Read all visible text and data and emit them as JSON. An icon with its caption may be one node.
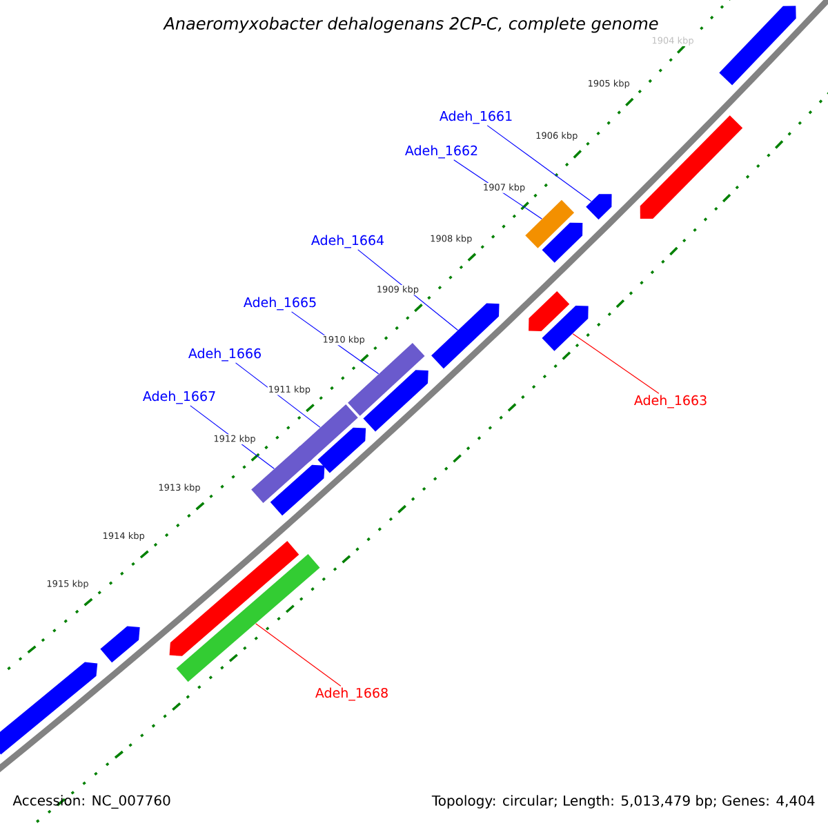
{
  "diagram": {
    "title": "Anaeromyxobacter dehalogenans 2CP-C, complete genome",
    "nodes": [
      {
        "text": [
          "Adeh_1661"
        ]
      },
      {
        "text": [
          "Adeh_1662"
        ]
      },
      {
        "text": [
          "Adeh_1664"
        ]
      },
      {
        "text": [
          "Adeh_1665"
        ]
      },
      {
        "text": [
          "Adeh_1666"
        ]
      },
      {
        "text": [
          "Adeh_1667"
        ]
      },
      {
        "text": [
          "Adeh_1663"
        ]
      },
      {
        "text": [
          "Adeh_1668"
        ]
      },
      {
        "text": [],
        "shape": "arrow"
      },
      {
        "text": [],
        "shape": "arrow"
      },
      {
        "text": [],
        "shape": "arrow"
      },
      {
        "text": [],
        "shape": "box"
      },
      {
        "text": [],
        "shape": "arrow"
      },
      {
        "text": [],
        "shape": "arrow"
      },
      {
        "text": [],
        "shape": "arrow"
      },
      {
        "text": [],
        "shape": "arrow"
      },
      {
        "text": [],
        "shape": "box"
      },
      {
        "text": [],
        "shape": "arrow"
      },
      {
        "text": [],
        "shape": "box"
      },
      {
        "text": [],
        "shape": "arrow"
      },
      {
        "text": [],
        "shape": "box"
      },
      {
        "text": [],
        "shape": "arrow"
      },
      {
        "text": [],
        "shape": "arrow"
      },
      {
        "text": [],
        "shape": "box"
      },
      {
        "text": [],
        "shape": "arrow"
      },
      {
        "text": [],
        "shape": "arrow"
      }
    ],
    "edges": [
      {
        "from": 0,
        "to": 10,
        "arrow": "none"
      },
      {
        "from": 1,
        "to": 11,
        "arrow": "none"
      },
      {
        "from": 2,
        "to": 15,
        "arrow": "none"
      },
      {
        "from": 3,
        "to": 16,
        "arrow": "none"
      },
      {
        "from": 4,
        "to": 18,
        "arrow": "none"
      },
      {
        "from": 5,
        "to": 20,
        "arrow": "none"
      },
      {
        "from": 6,
        "to": 14,
        "arrow": "none",
        "color": "#ff0000"
      },
      {
        "from": 7,
        "to": 23,
        "arrow": "none",
        "color": "#ff0000"
      }
    ],
    "labels": [
      "1904 kbp",
      "1905 kbp",
      "1906 kbp",
      "1907 kbp",
      "1908 kbp",
      "1909 kbp",
      "1910 kbp",
      "1911 kbp",
      "1912 kbp",
      "1913 kbp",
      "1914 kbp",
      "1915 kbp",
      "Accession: NC_007760",
      "Topology: circular; Length: 5,013,479 bp; Genes: 4,404"
    ]
  }
}
